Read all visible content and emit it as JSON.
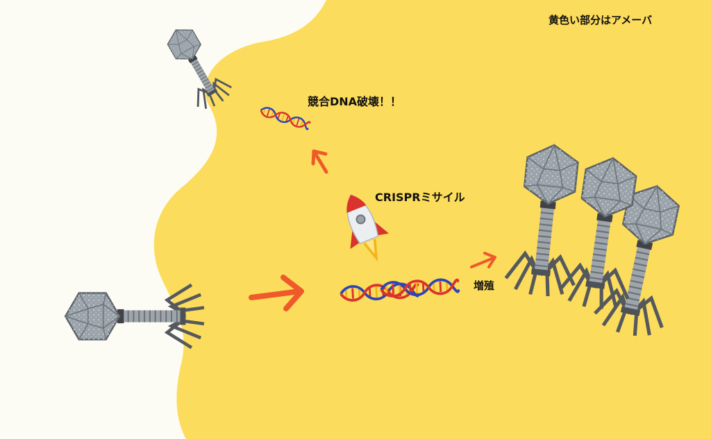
{
  "labels": {
    "amoeba_note": "黄色い部分はアメーバ",
    "destroy": "競合DNA破壊！！",
    "crispr": "CRISPRミサイル",
    "proliferate": "増殖"
  },
  "colors": {
    "amoeba": "#fcdc5c",
    "background": "#fdfcf4",
    "arrow": "#ee5a2a",
    "phage_head": "#9aa2aa",
    "phage_dark": "#4d5257",
    "dna_blue": "#2b46b8",
    "dna_red": "#d8342c",
    "dna_yellow": "#f2b51c"
  },
  "icons": [
    "phage-icon",
    "dna-icon",
    "rocket-icon",
    "arrow-icon"
  ]
}
